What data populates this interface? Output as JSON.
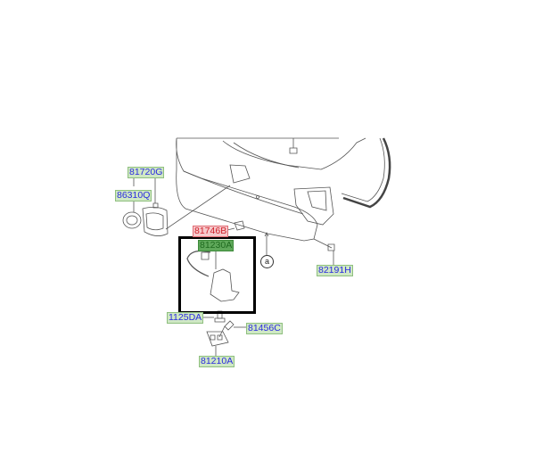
{
  "parts": [
    {
      "id": "81720G",
      "state": "normal"
    },
    {
      "id": "86310Q",
      "state": "normal"
    },
    {
      "id": "81746B",
      "state": "highlighted"
    },
    {
      "id": "81230A",
      "state": "selected"
    },
    {
      "id": "1125DA",
      "state": "normal"
    },
    {
      "id": "81456C",
      "state": "normal"
    },
    {
      "id": "81210A",
      "state": "normal"
    },
    {
      "id": "82191H",
      "state": "normal"
    }
  ],
  "reference_marker": "a",
  "colors": {
    "label_text": "#2a2ae0",
    "label_bg": "#cfe8c4",
    "highlight_bg": "#f6c9cc",
    "highlight_text": "#d0202a",
    "selected_bg": "#5fa85a",
    "selection_box": "#000000"
  }
}
